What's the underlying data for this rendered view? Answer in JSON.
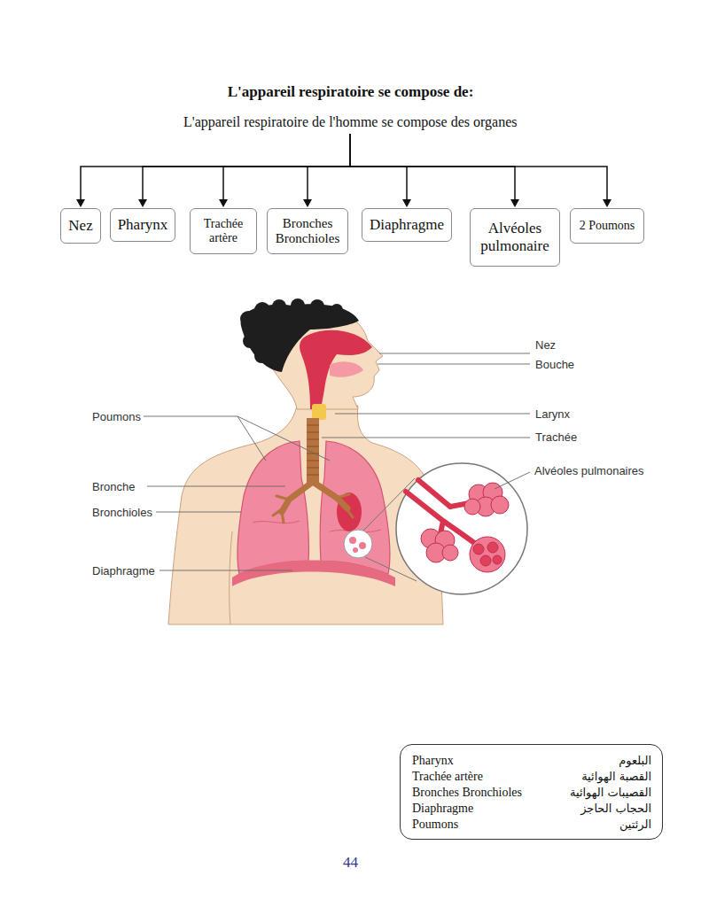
{
  "diagram": {
    "title": "L'appareil respiratoire se compose de:",
    "nodes": [
      {
        "text": [
          "L'appareil respiratoire de l'homme se compose des organes"
        ]
      },
      {
        "text": [
          "Nez"
        ]
      },
      {
        "text": [
          "Pharynx"
        ]
      },
      {
        "text": [
          "Trachée artère"
        ]
      },
      {
        "text": [
          "Bronches Bronchioles"
        ]
      },
      {
        "text": [
          "Diaphragme"
        ]
      },
      {
        "text": [
          "Alvéoles pulmonaire"
        ]
      },
      {
        "text": [
          "2 Poumons"
        ]
      },
      {
        "text": [
          "Pharynx",
          "البلعوم",
          "Trachée artère",
          "القصبة الهوائية",
          "Bronches Bronchioles",
          "القصيبات الهوائية",
          "Diaphragme",
          "الحجاب الحاجز",
          "Poumons",
          "الرئتين"
        ]
      }
    ],
    "edges": [
      {
        "from": 0,
        "to": 1,
        "arrow": "to"
      },
      {
        "from": 0,
        "to": 2,
        "arrow": "to"
      },
      {
        "from": 0,
        "to": 3,
        "arrow": "to"
      },
      {
        "from": 0,
        "to": 4,
        "arrow": "to"
      },
      {
        "from": 0,
        "to": 5,
        "arrow": "to"
      },
      {
        "from": 0,
        "to": 6,
        "arrow": "to"
      },
      {
        "from": 0,
        "to": 7,
        "arrow": "to"
      }
    ],
    "labels": [
      "Nez",
      "Bouche",
      "Larynx",
      "Trachée",
      "Alvéoles pulmonaires",
      "Poumons",
      "Bronche",
      "Bronchioles",
      "Diaphragme",
      "44"
    ]
  }
}
